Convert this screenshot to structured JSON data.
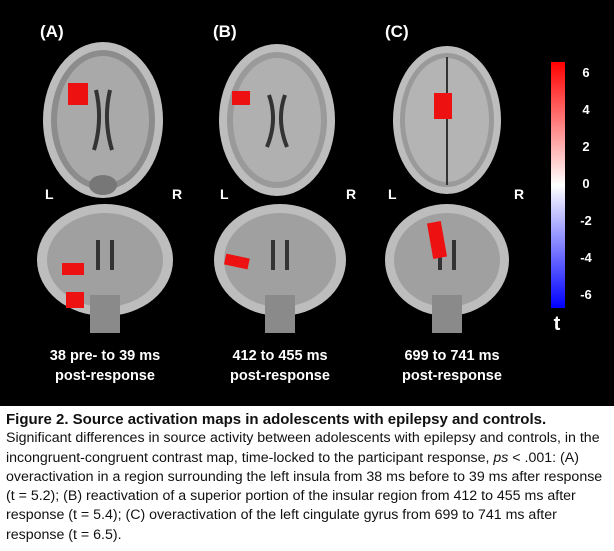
{
  "figure": {
    "panels": [
      {
        "label": "(A)",
        "left": "L",
        "right": "R",
        "time_line1": "38 pre- to 39 ms",
        "time_line2": "post-response"
      },
      {
        "label": "(B)",
        "left": "L",
        "right": "R",
        "time_line1": "412 to 455 ms",
        "time_line2": "post-response"
      },
      {
        "label": "(C)",
        "left": "L",
        "right": "R",
        "time_line1": "699 to 741 ms",
        "time_line2": "post-response"
      }
    ],
    "colorbar": {
      "ticks": [
        "6",
        "4",
        "2",
        "0",
        "-2",
        "-4",
        "-6"
      ],
      "label": "t",
      "max_color": "#ff0000",
      "mid_color": "#ffffff",
      "min_color": "#0000ff"
    }
  },
  "caption": {
    "title": "Figure 2. Source activation maps in adolescents with epilepsy and controls.",
    "body": "Significant differences in source activity between adolescents with epilepsy and controls, in the incongruent-congruent  contrast map, time-locked to the participant response, ",
    "ps": "ps",
    "body2": " < .001: (A) overactivation in a region surrounding the left insula from 38 ms before to 39 ms after response (t = 5.2); (B) reactivation of a superior portion of the insular region from 412 to 455 ms after response (t = 5.4); (C) overactivation of the left cingulate gyrus from 699 to 741 ms after response (t = 6.5)."
  }
}
